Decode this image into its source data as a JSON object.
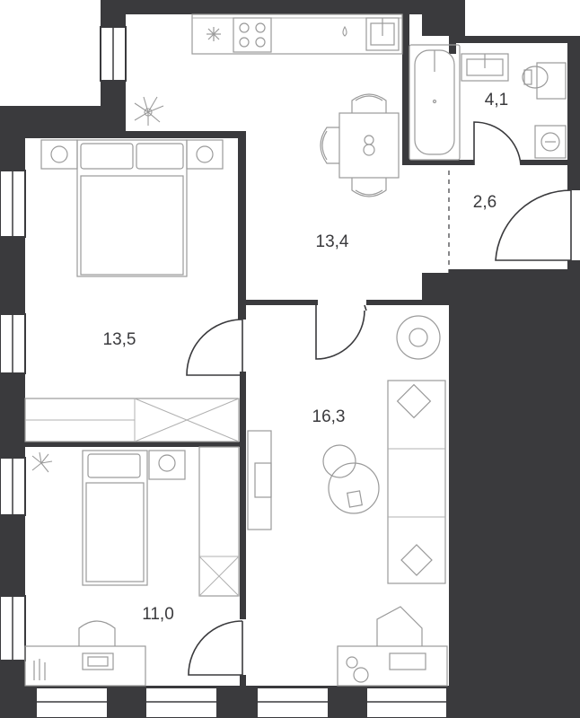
{
  "plan": {
    "rooms": [
      {
        "id": "kitchen-living",
        "area": "13,4"
      },
      {
        "id": "bathroom",
        "area": "4,1"
      },
      {
        "id": "hallway",
        "area": "2,6"
      },
      {
        "id": "bedroom-master",
        "area": "13,5"
      },
      {
        "id": "living-room",
        "area": "16,3"
      },
      {
        "id": "bedroom-small",
        "area": "11,0"
      }
    ],
    "colors": {
      "wall": "#3a3a3d",
      "furniture": "#9a9a9a",
      "background": "#ffffff"
    },
    "icons": [
      "snowflake-icon",
      "plant-icon",
      "stove-icon",
      "sink-icon",
      "bathtub-icon",
      "toilet-icon",
      "washing-machine-icon",
      "bed-icon",
      "sofa-icon",
      "desk-icon",
      "chair-icon",
      "table-icon",
      "wardrobe-icon",
      "tv-icon"
    ]
  }
}
